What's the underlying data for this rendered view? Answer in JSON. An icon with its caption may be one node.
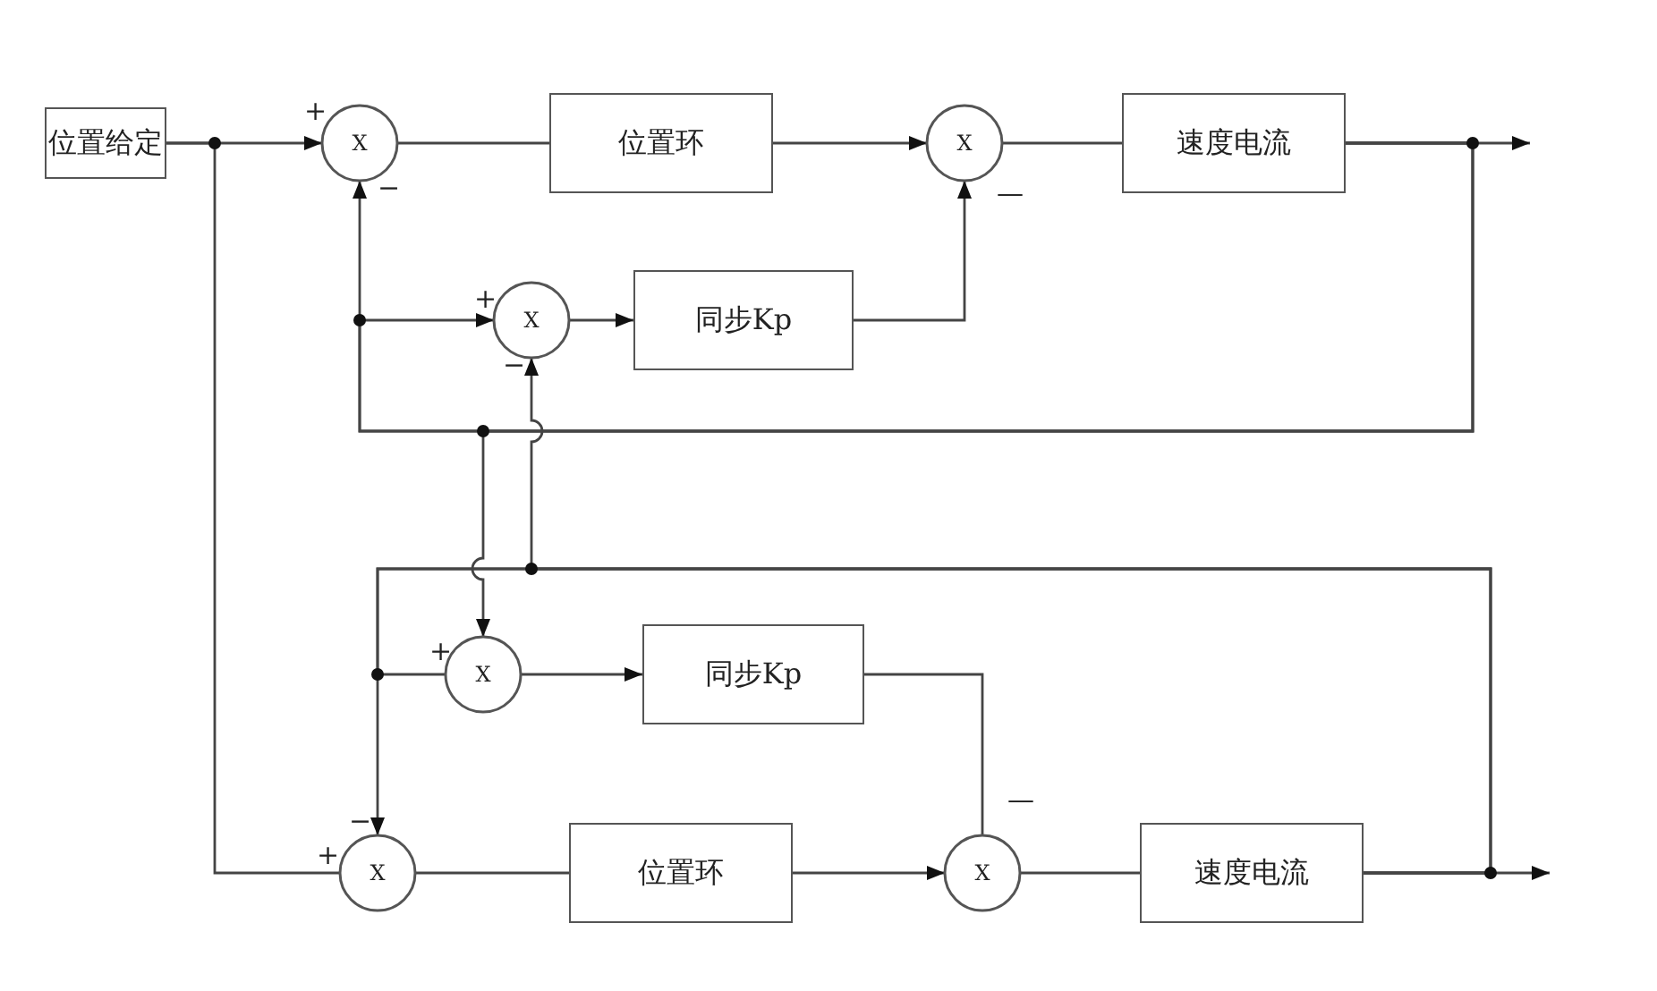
{
  "diagram": {
    "nodes": [
      {
        "text": [
          "位置给定"
        ]
      },
      {
        "text": [
          "X"
        ],
        "beside": [
          "+",
          "−"
        ]
      },
      {
        "text": [
          "位置环"
        ]
      },
      {
        "text": [
          "X"
        ],
        "beside": [
          "—"
        ]
      },
      {
        "text": [
          "速度电流"
        ]
      },
      {
        "text": [
          "X"
        ],
        "beside": [
          "+",
          "−"
        ]
      },
      {
        "text": [
          "同步Kp"
        ]
      },
      {
        "text": [
          "X"
        ],
        "beside": [
          "+"
        ]
      },
      {
        "text": [
          "同步Kp"
        ]
      },
      {
        "text": [
          "X"
        ],
        "beside": [
          "−",
          "+"
        ]
      },
      {
        "text": [
          "位置环"
        ]
      },
      {
        "text": [
          "X"
        ],
        "beside": [
          "—"
        ]
      },
      {
        "text": [
          "速度电流"
        ]
      }
    ],
    "edges": [
      {
        "from": 0,
        "to": 1,
        "arrow": "to"
      },
      {
        "from": 0,
        "to": 9,
        "arrow": "none"
      },
      {
        "from": 1,
        "to": 2,
        "arrow": "none"
      },
      {
        "from": 2,
        "to": 3,
        "arrow": "to"
      },
      {
        "from": 3,
        "to": 4,
        "arrow": "none"
      },
      {
        "from": 4,
        "to": null,
        "arrow": "to"
      },
      {
        "from": 4,
        "to": 1,
        "arrow": "to"
      },
      {
        "from": 4,
        "to": 5,
        "arrow": "to"
      },
      {
        "from": 4,
        "to": 7,
        "arrow": "to"
      },
      {
        "from": 5,
        "to": 6,
        "arrow": "to"
      },
      {
        "from": 6,
        "to": 3,
        "arrow": "to"
      },
      {
        "from": 12,
        "to": 5,
        "arrow": "to"
      },
      {
        "from": 12,
        "to": 9,
        "arrow": "to"
      },
      {
        "from": 12,
        "to": 7,
        "arrow": "none"
      },
      {
        "from": 7,
        "to": 8,
        "arrow": "to"
      },
      {
        "from": 8,
        "to": 11,
        "arrow": "none"
      },
      {
        "from": 9,
        "to": 10,
        "arrow": "none"
      },
      {
        "from": 10,
        "to": 11,
        "arrow": "to"
      },
      {
        "from": 11,
        "to": 12,
        "arrow": "none"
      },
      {
        "from": 12,
        "to": null,
        "arrow": "to"
      }
    ]
  }
}
